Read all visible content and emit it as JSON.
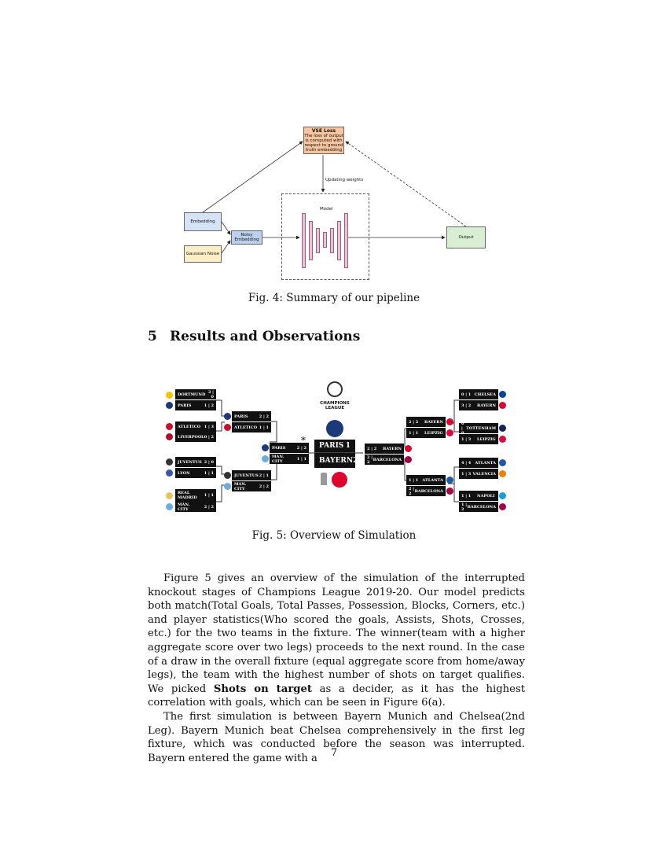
{
  "pipeline": {
    "vse_title": "VSE Loss",
    "vse_desc": "The loss of output is computed with respect to ground truth embedding",
    "updating_label": "Updating weights",
    "model_label": "Model",
    "embedding": "Embedding",
    "gaussian": "Gaussian Noise",
    "noisy": "Noisy Embedding",
    "output": "Output"
  },
  "fig4_caption": "Fig. 4: Summary of our pipeline",
  "section": {
    "number": "5",
    "title": "Results and Observations"
  },
  "bracket": {
    "logo_text": "CHAMPIONS LEAGUE",
    "asterisk": "*",
    "r16_left": [
      {
        "team": "DORTMUND",
        "score": "2 | 0"
      },
      {
        "team": "PARIS",
        "score": "1 | 2"
      },
      {
        "team": "ATLETICO",
        "score": "1 | 3"
      },
      {
        "team": "LIVERPOOL",
        "score": "0 | 2"
      },
      {
        "team": "JUVENTUS",
        "score": "2 | 0"
      },
      {
        "team": "LYON",
        "score": "1 | 1"
      },
      {
        "team": "REAL MADRID",
        "score": "1 | 1"
      },
      {
        "team": "MAN. CITY",
        "score": "2 | 2"
      }
    ],
    "qf_left": [
      {
        "team": "PARIS",
        "score": "2 | 2"
      },
      {
        "team": "ATLETICO",
        "score": "1 | 1"
      },
      {
        "team": "JUVENTUS",
        "score": "2 | 1"
      },
      {
        "team": "MAN. CITY",
        "score": "2 | 2"
      }
    ],
    "sf_left": [
      {
        "team": "PARIS",
        "score": "2 | 2"
      },
      {
        "team": "MAN. CITY",
        "score": "1 | 1"
      }
    ],
    "final": [
      {
        "team": "PARIS",
        "score": "1"
      },
      {
        "team": "BAYERN",
        "score": "2"
      }
    ],
    "sf_right": [
      {
        "team": "BAYERN",
        "score": "2 | 2"
      },
      {
        "team": "BARCELONA",
        "score": "2 | 2"
      }
    ],
    "qf_right": [
      {
        "team": "BAYERN",
        "score": "2 | 2"
      },
      {
        "team": "LEIPZIG",
        "score": "1 | 1"
      },
      {
        "team": "ATLANTA",
        "score": "1 | 1"
      },
      {
        "team": "BARCELONA",
        "score": "2 | 2"
      }
    ],
    "r16_right": [
      {
        "team": "CHELSEA",
        "score": "0 | 1"
      },
      {
        "team": "BAYERN",
        "score": "3 | 2"
      },
      {
        "team": "TOTTENHAM",
        "score": "0 | 0"
      },
      {
        "team": "LEIPZIG",
        "score": "1 | 3"
      },
      {
        "team": "ATLANTA",
        "score": "4 | 4"
      },
      {
        "team": "VALENCIA",
        "score": "1 | 3"
      },
      {
        "team": "NAPOLI",
        "score": "1 | 1"
      },
      {
        "team": "BARCELONA",
        "score": "1 | 2"
      }
    ],
    "colors": {
      "bar": "#111111",
      "line": "#333333"
    }
  },
  "fig5_caption": "Fig. 5: Overview of Simulation",
  "paragraphs": {
    "p1_a": "Figure 5 gives an overview of the simulation of the interrupted knockout stages of Champions League 2019-20. Our model predicts both match(Total Goals, Total Passes, Possession, Blocks, Corners, etc.) and player statistics(Who scored the goals, Assists, Shots, Crosses, etc.) for the two teams in the fixture. The winner(team with a higher aggregate score over two legs) proceeds to the next round. In the case of a draw in the overall fixture (equal aggregate score from home/away legs), the team with the highest number of shots on target qualifies. We picked ",
    "p1_bold": "Shots on target",
    "p1_b": " as a decider, as it has the highest correlation with goals, which can be seen in Figure 6(a).",
    "p2": "The first simulation is between Bayern Munich and Chelsea(2nd Leg). Bayern Munich beat Chelsea comprehensively in the first leg fixture, which was conducted before the season was interrupted. Bayern entered the game with a"
  },
  "page_number": "7"
}
